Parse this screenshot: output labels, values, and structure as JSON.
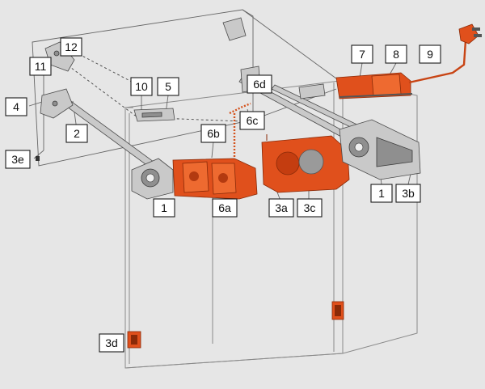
{
  "colors": {
    "background": "#e6e6e6",
    "accent": "#e0501c",
    "cover_circle": "#9a9a9a"
  },
  "labels": {
    "l1a": "1",
    "l1b": "1",
    "l2": "2",
    "l3a": "3a",
    "l3b": "3b",
    "l3c": "3c",
    "l3d": "3d",
    "l3e": "3e",
    "l4": "4",
    "l5": "5",
    "l6a": "6a",
    "l6b": "6b",
    "l6c": "6c",
    "l6d": "6d",
    "l7": "7",
    "l8": "8",
    "l9": "9",
    "l10": "10",
    "l11": "11",
    "l12": "12"
  }
}
